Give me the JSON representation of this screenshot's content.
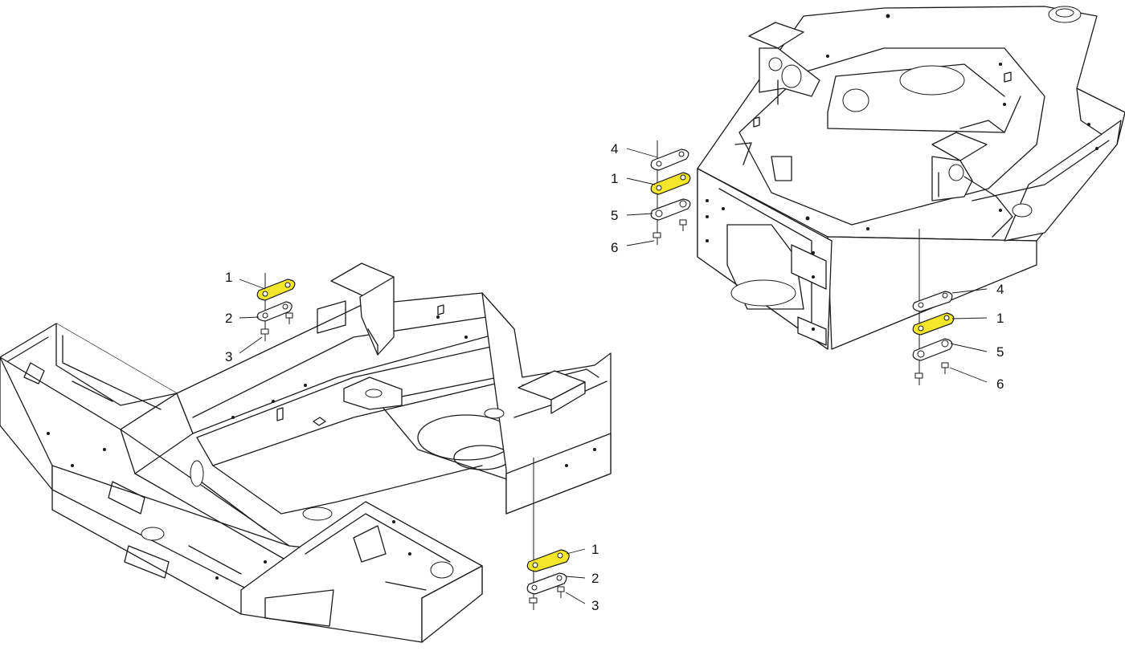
{
  "colors": {
    "highlight": "#f4e62a",
    "plate": "#ffffff",
    "line": "#1a1a1a"
  },
  "left_assembly": {
    "upper": {
      "part1": "1",
      "part2": "2",
      "part3": "3"
    },
    "lower": {
      "part1": "1",
      "part2": "2",
      "part3": "3"
    }
  },
  "right_assembly": {
    "upper": {
      "part4": "4",
      "part1": "1",
      "part5": "5",
      "part6": "6"
    },
    "lower": {
      "part4": "4",
      "part1": "1",
      "part5": "5",
      "part6": "6"
    }
  }
}
